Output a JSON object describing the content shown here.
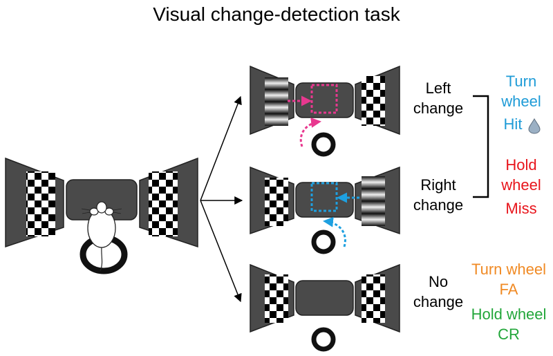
{
  "title": "Visual change-detection task",
  "rows": [
    {
      "condition_line1": "Left",
      "condition_line2": "change"
    },
    {
      "condition_line1": "Right",
      "condition_line2": "change"
    },
    {
      "condition_line1": "No",
      "condition_line2": "change"
    }
  ],
  "outcomes": {
    "turn_line1": "Turn",
    "turn_line2": "wheel",
    "hit": "Hit",
    "hold_line1": "Hold",
    "hold_line2": "wheel",
    "miss": "Miss",
    "fa_action": "Turn wheel",
    "fa": "FA",
    "cr_action": "Hold wheel",
    "cr": "CR"
  },
  "colors": {
    "hit": "#1e9bd7",
    "miss": "#e8141b",
    "fa": "#f08a24",
    "cr": "#22a63a",
    "left_cue": "#e8388f",
    "right_cue": "#1ea0e0",
    "screen": "#4a4a4a"
  },
  "icons": [
    "water-drop-icon",
    "mouse-icon",
    "wheel-icon"
  ]
}
